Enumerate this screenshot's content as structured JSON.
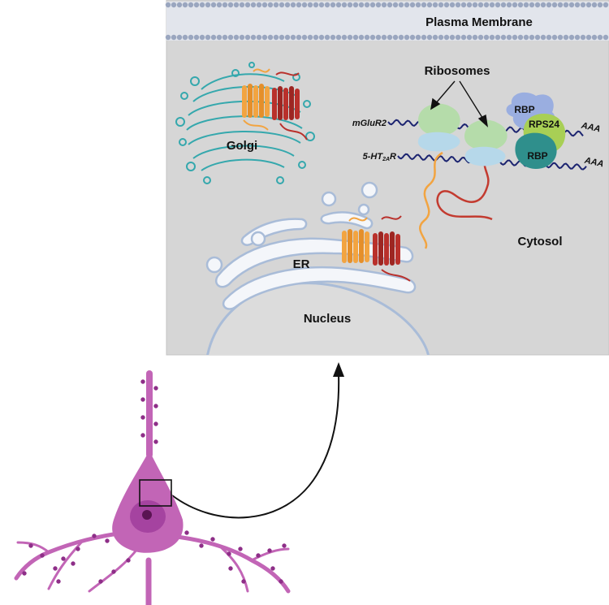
{
  "labels": {
    "plasma_membrane": "Plasma Membrane",
    "ribosomes": "Ribosomes",
    "golgi": "Golgi",
    "mglur2": "mGluR2",
    "ht2ar_prefix": "5-HT",
    "ht2ar_sub": "2A",
    "ht2ar_suffix": "R",
    "rbp_top": "RBP",
    "rps24": "RPS24",
    "rbp_bottom": "RBP",
    "aaa_top": "AAA",
    "aaa_bottom": "AAA",
    "cytosol": "Cytosol",
    "er": "ER",
    "nucleus": "Nucleus"
  },
  "colors": {
    "cell_bg": "#d6d6d6",
    "membrane_bead": "#9aa6bf",
    "golgi": "#35a8ad",
    "ribosome_large": "#b5dcaa",
    "ribosome_small": "#b6d8ea",
    "rbp_blue": "#9aaee0",
    "rps24_green": "#a8cf55",
    "rbp_teal": "#2f8f8c",
    "mrna": "#1c2470",
    "receptor_orange": "#f2a441",
    "receptor_red": "#b9302b",
    "nuclear_envelope": "#a9bcd8",
    "neuron": "#c265b6",
    "neuron_dark": "#8e2f88",
    "nucleolus": "#5a1452"
  }
}
